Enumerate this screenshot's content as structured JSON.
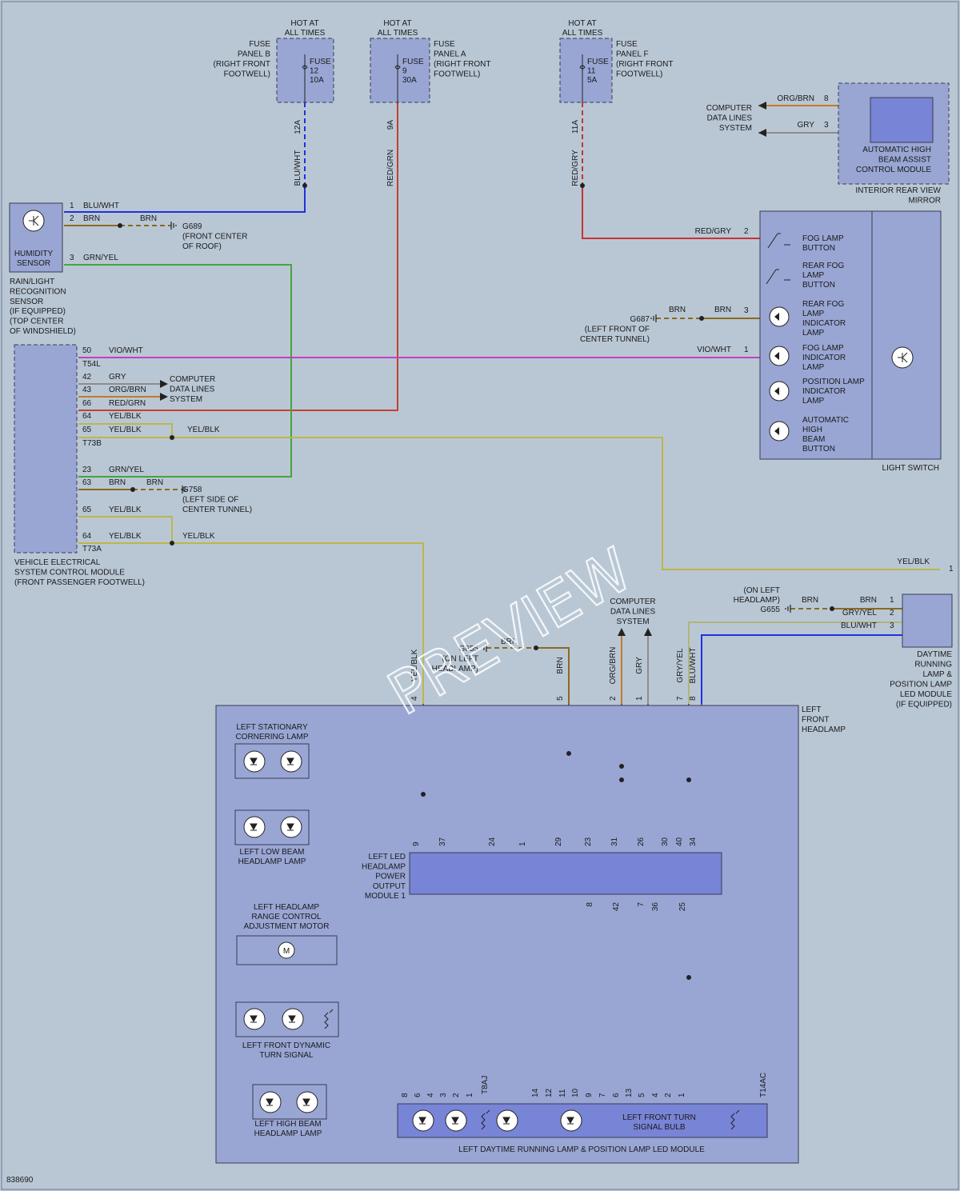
{
  "watermark": "PREVIEW",
  "diagram_id": "838690",
  "colors": {
    "blu_wht": "#2030e0",
    "red_grn": "#c2422a",
    "red_gry": "#c73434",
    "brn": "#8b6a20",
    "grn_yel": "#45a53a",
    "vio_wht": "#c23fc2",
    "yel_blk": "#bdb64a",
    "gry": "#8c8c8c",
    "org_brn": "#c27a2a",
    "gry_yel": "#b3b47a",
    "black": "#222222"
  },
  "fuses": [
    {
      "hot": "HOT AT",
      "times": "ALL TIMES",
      "panel": [
        "FUSE",
        "PANEL B",
        "(RIGHT FRONT",
        "FOOTWELL)"
      ],
      "fuse": [
        "FUSE",
        "12",
        "10A"
      ],
      "pin": "12A",
      "wire": "BLU/WHT"
    },
    {
      "hot": "HOT AT",
      "times": "ALL TIMES",
      "panel": [
        "FUSE",
        "PANEL A",
        "(RIGHT FRONT",
        "FOOTWELL)"
      ],
      "fuse": [
        "FUSE",
        "9",
        "30A"
      ],
      "pin": "9A",
      "wire": "RED/GRN"
    },
    {
      "hot": "HOT AT",
      "times": "ALL TIMES",
      "panel": [
        "FUSE",
        "PANEL F",
        "(RIGHT FRONT",
        "FOOTWELL)"
      ],
      "fuse": [
        "FUSE",
        "11",
        "5A"
      ],
      "pin": "11A",
      "wire": "RED/GRY"
    }
  ],
  "rain_sensor": {
    "humidity": [
      "HUMIDITY",
      "SENSOR"
    ],
    "label": [
      "RAIN/LIGHT",
      "RECOGNITION",
      "SENSOR",
      "(IF EQUIPPED)",
      "(TOP CENTER",
      "OF WINDSHIELD)"
    ],
    "pins": [
      {
        "pin": "1",
        "wire": "BLU/WHT"
      },
      {
        "pin": "2",
        "wire": "BRN"
      },
      {
        "pin": "3",
        "wire": "GRN/YEL"
      }
    ],
    "brn2": "BRN",
    "ground": [
      "G689",
      "(FRONT CENTER",
      "OF ROOF)"
    ]
  },
  "vesc": {
    "label": [
      "VEHICLE ELECTRICAL",
      "SYSTEM CONTROL MODULE",
      "(FRONT PASSENGER FOOTWELL)"
    ],
    "t54": "T54L",
    "t73b": "T73B",
    "t73a": "T73A",
    "pins": [
      {
        "pin": "50",
        "wire": "VIO/WHT"
      },
      {
        "pin": "42",
        "wire": "GRY"
      },
      {
        "pin": "43",
        "wire": "ORG/BRN"
      },
      {
        "pin": "66",
        "wire": "RED/GRN"
      },
      {
        "pin": "64",
        "wire": "YEL/BLK"
      },
      {
        "pin": "65",
        "wire": "YEL/BLK"
      },
      {
        "pin": "23",
        "wire": "GRN/YEL"
      },
      {
        "pin": "63",
        "wire": "BRN"
      },
      {
        "pin": "65",
        "wire": "YEL/BLK"
      },
      {
        "pin": "64",
        "wire": "YEL/BLK"
      }
    ],
    "cdls": [
      "COMPUTER",
      "DATA LINES",
      "SYSTEM"
    ],
    "yelblk_a": "YEL/BLK",
    "yelblk_b": "YEL/BLK",
    "brn_b": "BRN",
    "ground": [
      "G758",
      "(LEFT SIDE OF",
      "CENTER TUNNEL)"
    ]
  },
  "mirror": {
    "cdls": [
      "COMPUTER",
      "DATA LINES",
      "SYSTEM"
    ],
    "pins": [
      {
        "pin": "8",
        "wire": "ORG/BRN"
      },
      {
        "pin": "3",
        "wire": "GRY"
      }
    ],
    "module": [
      "AUTOMATIC HIGH",
      "BEAM ASSIST",
      "CONTROL MODULE"
    ],
    "label": [
      "INTERIOR REAR VIEW",
      "MIRROR"
    ]
  },
  "light_switch": {
    "label": "LIGHT SWITCH",
    "red_gry": "RED/GRY",
    "pin2": "2",
    "pin3": "3",
    "pin1": "1",
    "brn_a": "BRN",
    "brn_b": "BRN",
    "vio_wht": "VIO/WHT",
    "ground": [
      "G687",
      "(LEFT FRONT OF",
      "CENTER TUNNEL)"
    ],
    "items": [
      [
        "FOG LAMP",
        "BUTTON"
      ],
      [
        "REAR FOG",
        "LAMP",
        "BUTTON"
      ],
      [
        "REAR FOG",
        "LAMP",
        "INDICATOR",
        "LAMP"
      ],
      [
        "FOG LAMP",
        "INDICATOR",
        "LAMP"
      ],
      [
        "POSITION LAMP",
        "INDICATOR",
        "LAMP"
      ],
      [
        "AUTOMATIC",
        "HIGH",
        "BEAM",
        "BUTTON"
      ]
    ]
  },
  "right_wires": {
    "yel_blk": "YEL/BLK",
    "pin1": "1"
  },
  "drl_module": {
    "label": [
      "DAYTIME",
      "RUNNING",
      "LAMP &",
      "POSITION LAMP",
      "LED MODULE",
      "(IF EQUIPPED)"
    ],
    "ground": [
      "(ON LEFT",
      "HEADLAMP)",
      "G655"
    ],
    "pins": [
      {
        "pin": "1",
        "wire": "BRN"
      },
      {
        "pin": "2",
        "wire": "GRY/YEL"
      },
      {
        "pin": "3",
        "wire": "BLU/WHT"
      }
    ],
    "brn2": "BRN"
  },
  "headlamp": {
    "label": [
      "LEFT",
      "FRONT",
      "HEADLAMP"
    ],
    "cdls": [
      "COMPUTER",
      "DATA LINES",
      "SYSTEM"
    ],
    "g655": [
      "G655",
      "(ON LEFT",
      "HEADLAMP)"
    ],
    "brn": "BRN",
    "top_pins": [
      {
        "pin": "4",
        "wire": "YEL/BLK"
      },
      {
        "pin": "5",
        "wire": "BRN"
      },
      {
        "pin": "2",
        "wire": "ORG/BRN"
      },
      {
        "pin": "1",
        "wire": "GRY"
      },
      {
        "pin": "7",
        "wire": "GRY/YEL"
      },
      {
        "pin": "8",
        "wire": "BLU/WHT"
      }
    ],
    "components": {
      "cornering": [
        "LEFT STATIONARY",
        "CORNERING LAMP"
      ],
      "low_beam": [
        "LEFT LOW BEAM",
        "HEADLAMP LAMP"
      ],
      "range_ctrl": [
        "LEFT HEADLAMP",
        "RANGE CONTROL",
        "ADJUSTMENT MOTOR"
      ],
      "motor": "M",
      "turn": [
        "LEFT FRONT DYNAMIC",
        "TURN SIGNAL"
      ],
      "high_beam": [
        "LEFT HIGH BEAM",
        "HEADLAMP LAMP"
      ],
      "power_module": [
        "LEFT LED",
        "HEADLAMP",
        "POWER",
        "OUTPUT",
        "MODULE 1"
      ],
      "pm_top_pins": [
        "9",
        "37",
        "24",
        "1",
        "29",
        "23",
        "31",
        "26",
        "30",
        "40",
        "34"
      ],
      "pm_bottom_pins": [
        "8",
        "42",
        "7",
        "36",
        "25"
      ],
      "led_module": "LEFT DAYTIME RUNNING LAMP & POSITION LAMP LED MODULE",
      "led_pins": [
        "8",
        "6",
        "4",
        "3",
        "2",
        "1",
        "14",
        "12",
        "11",
        "10",
        "9",
        "7",
        "6",
        "13",
        "5",
        "4",
        "2",
        "1"
      ],
      "t8a": "T8AJ",
      "t14ac": "T14AC",
      "turn_bulb": [
        "LEFT FRONT TURN",
        "SIGNAL BULB"
      ]
    }
  }
}
